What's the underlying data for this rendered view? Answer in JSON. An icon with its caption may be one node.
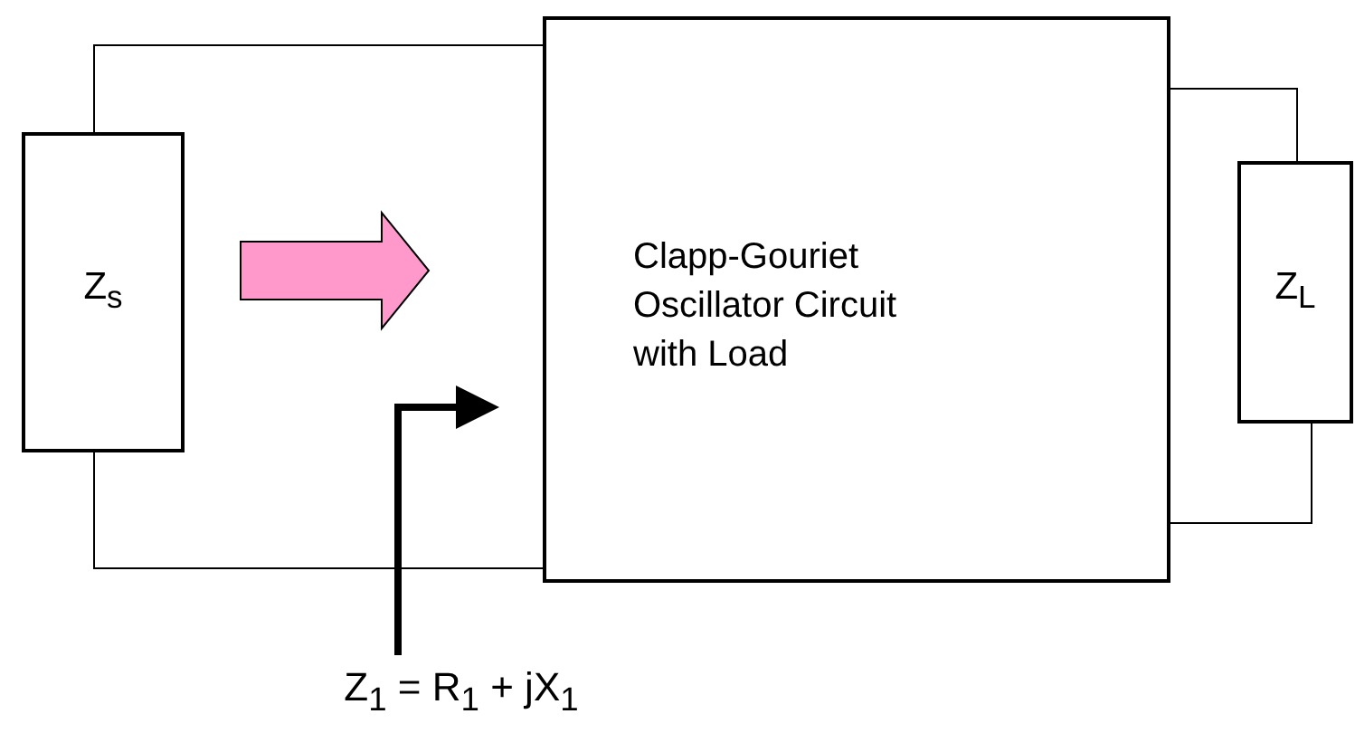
{
  "diagram": {
    "nodes": [
      {
        "text": [
          "Z$_{s}$"
        ]
      },
      {
        "text": [
          "Clapp-Gouriet Oscillator Circuit with Load"
        ]
      },
      {
        "text": [
          "Z$_{L}$"
        ]
      },
      {
        "text": [
          "Z$_{1}$ = R$_{1}$ + jX$_{1}$"
        ]
      }
    ],
    "edges": [
      {
        "from": 0,
        "to": 1,
        "arrow": "none"
      },
      {
        "from": 0,
        "to": 1,
        "arrow": "none"
      },
      {
        "from": 0,
        "to": 1,
        "arrow": "to",
        "style": "thick",
        "color": "#ff99cc"
      },
      {
        "from": 3,
        "to": 1,
        "arrow": "to",
        "style": "thick"
      },
      {
        "from": 1,
        "to": 2,
        "arrow": "none"
      },
      {
        "from": 1,
        "to": 2,
        "arrow": "none"
      }
    ]
  }
}
